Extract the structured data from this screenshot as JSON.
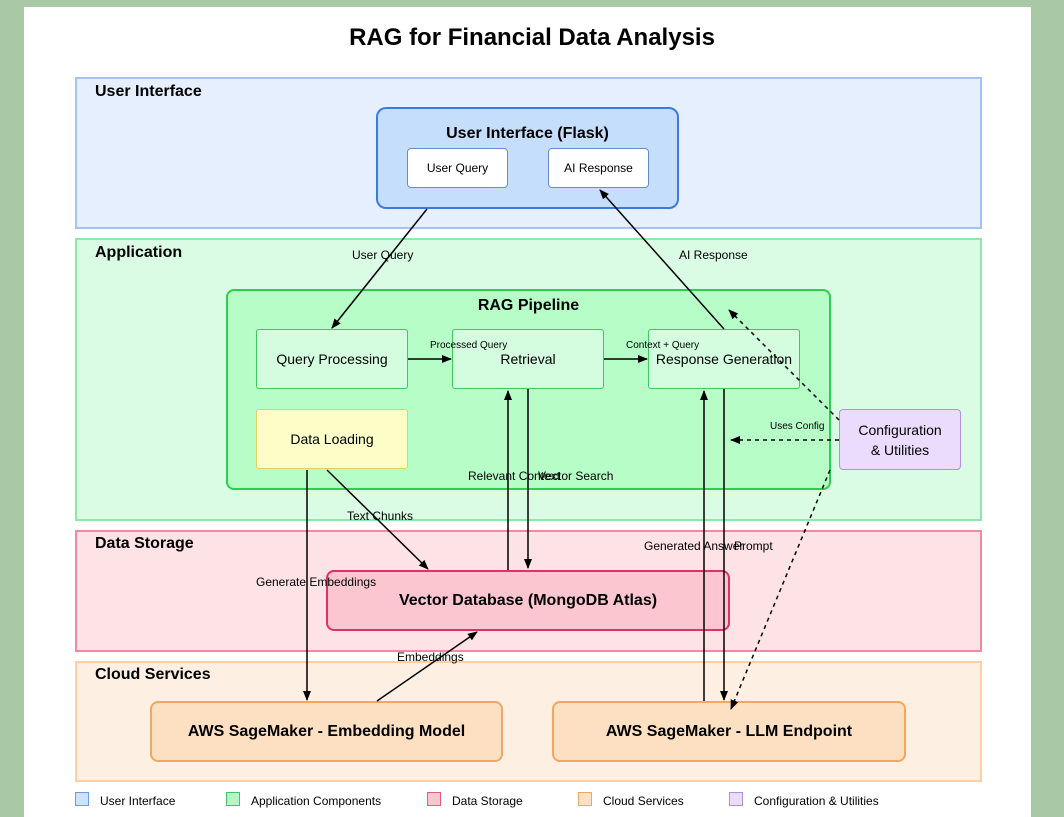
{
  "title": "RAG for Financial Data Analysis",
  "layers": {
    "user_interface": "User Interface",
    "application": "Application",
    "data_storage": "Data Storage",
    "cloud_services": "Cloud Services"
  },
  "nodes": {
    "flask": "User Interface (Flask)",
    "user_query": "User Query",
    "ai_response": "AI Response",
    "rag_pipeline": "RAG Pipeline",
    "query_processing": "Query Processing",
    "retrieval": "Retrieval",
    "response_generation": "Response Generation",
    "data_loading": "Data Loading",
    "config_line1": "Configuration",
    "config_line2": "& Utilities",
    "vector_db": "Vector Database (MongoDB Atlas)",
    "embedding_model": "AWS SageMaker - Embedding Model",
    "llm_endpoint": "AWS SageMaker - LLM Endpoint"
  },
  "edges": {
    "user_query": "User Query",
    "ai_response": "AI Response",
    "processed_query": "Processed Query",
    "context_query": "Context + Query",
    "uses_config": "Uses Config",
    "relevant_context": "Relevant Context",
    "vector_search": "Vector Search",
    "text_chunks": "Text Chunks",
    "generated_answer": "Generated Answer",
    "prompt": "Prompt",
    "generate_embeddings": "Generate Embeddings",
    "embeddings": "Embeddings"
  },
  "legend": [
    {
      "label": "User Interface",
      "fill": "#cfe2fb",
      "stroke": "#6a9be8"
    },
    {
      "label": "Application Components",
      "fill": "#b6f5c6",
      "stroke": "#40c860"
    },
    {
      "label": "Data Storage",
      "fill": "#fbc6cf",
      "stroke": "#e85a78"
    },
    {
      "label": "Cloud Services",
      "fill": "#fde0c2",
      "stroke": "#f0a860"
    },
    {
      "label": "Configuration & Utilities",
      "fill": "#ebdcfd",
      "stroke": "#b090e0"
    }
  ]
}
